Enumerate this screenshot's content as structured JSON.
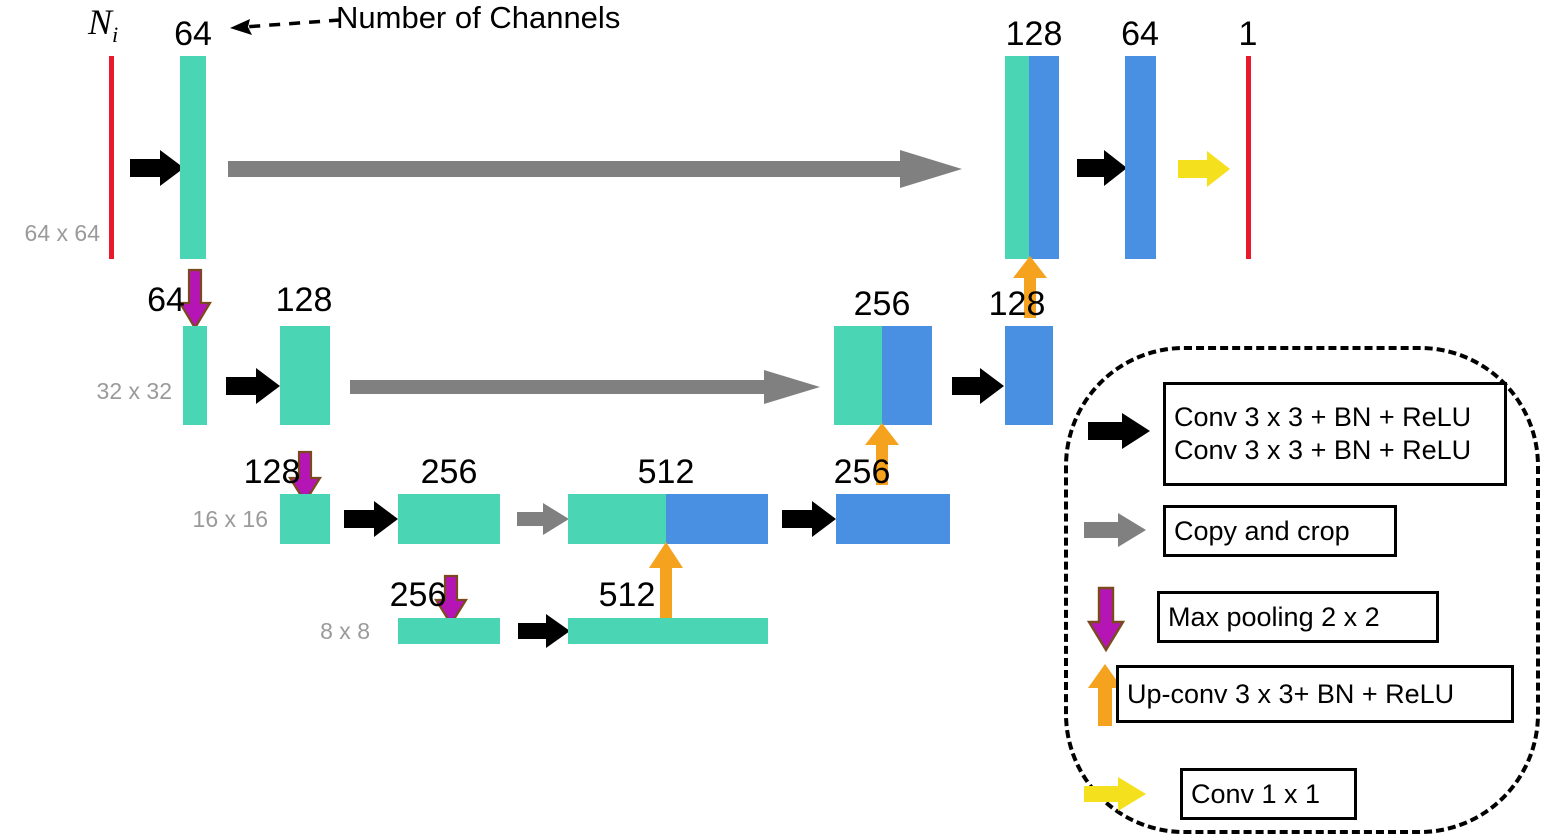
{
  "diagram": {
    "title_annotation": "Number of Channels",
    "input_label": "N",
    "input_label_sub": "i",
    "spatial_sizes": [
      "64 x 64",
      "32 x 32",
      "16 x 16",
      "8 x 8"
    ],
    "channel_labels": {
      "row1": [
        "64",
        "128",
        "64",
        "1"
      ],
      "row2": [
        "64",
        "128",
        "256",
        "128"
      ],
      "row3": [
        "128",
        "256",
        "512",
        "256"
      ],
      "row4": [
        "256",
        "512"
      ]
    },
    "colors": {
      "encoder_feature": "#4ad6b4",
      "decoder_feature": "#4a90e2",
      "input_output_line": "#e8192c",
      "conv_arrow": "#000000",
      "copy_crop_arrow": "#808080",
      "max_pool_arrow": "#b515b5",
      "up_conv_arrow": "#f5a21e",
      "final_conv_arrow": "#f5e01e",
      "size_label": "#9a9a9a"
    }
  },
  "legend": {
    "items": [
      {
        "icon": "black-right-arrow-icon",
        "lines": [
          "Conv 3 x 3 + BN + ReLU",
          "Conv 3 x 3 + BN + ReLU"
        ]
      },
      {
        "icon": "gray-right-arrow-icon",
        "lines": [
          "Copy and crop"
        ]
      },
      {
        "icon": "purple-down-arrow-icon",
        "lines": [
          "Max pooling 2 x 2"
        ]
      },
      {
        "icon": "orange-up-arrow-icon",
        "lines": [
          "Up-conv 3 x 3+ BN + ReLU"
        ]
      },
      {
        "icon": "yellow-right-arrow-icon",
        "lines": [
          "Conv 1 x 1"
        ]
      }
    ]
  }
}
